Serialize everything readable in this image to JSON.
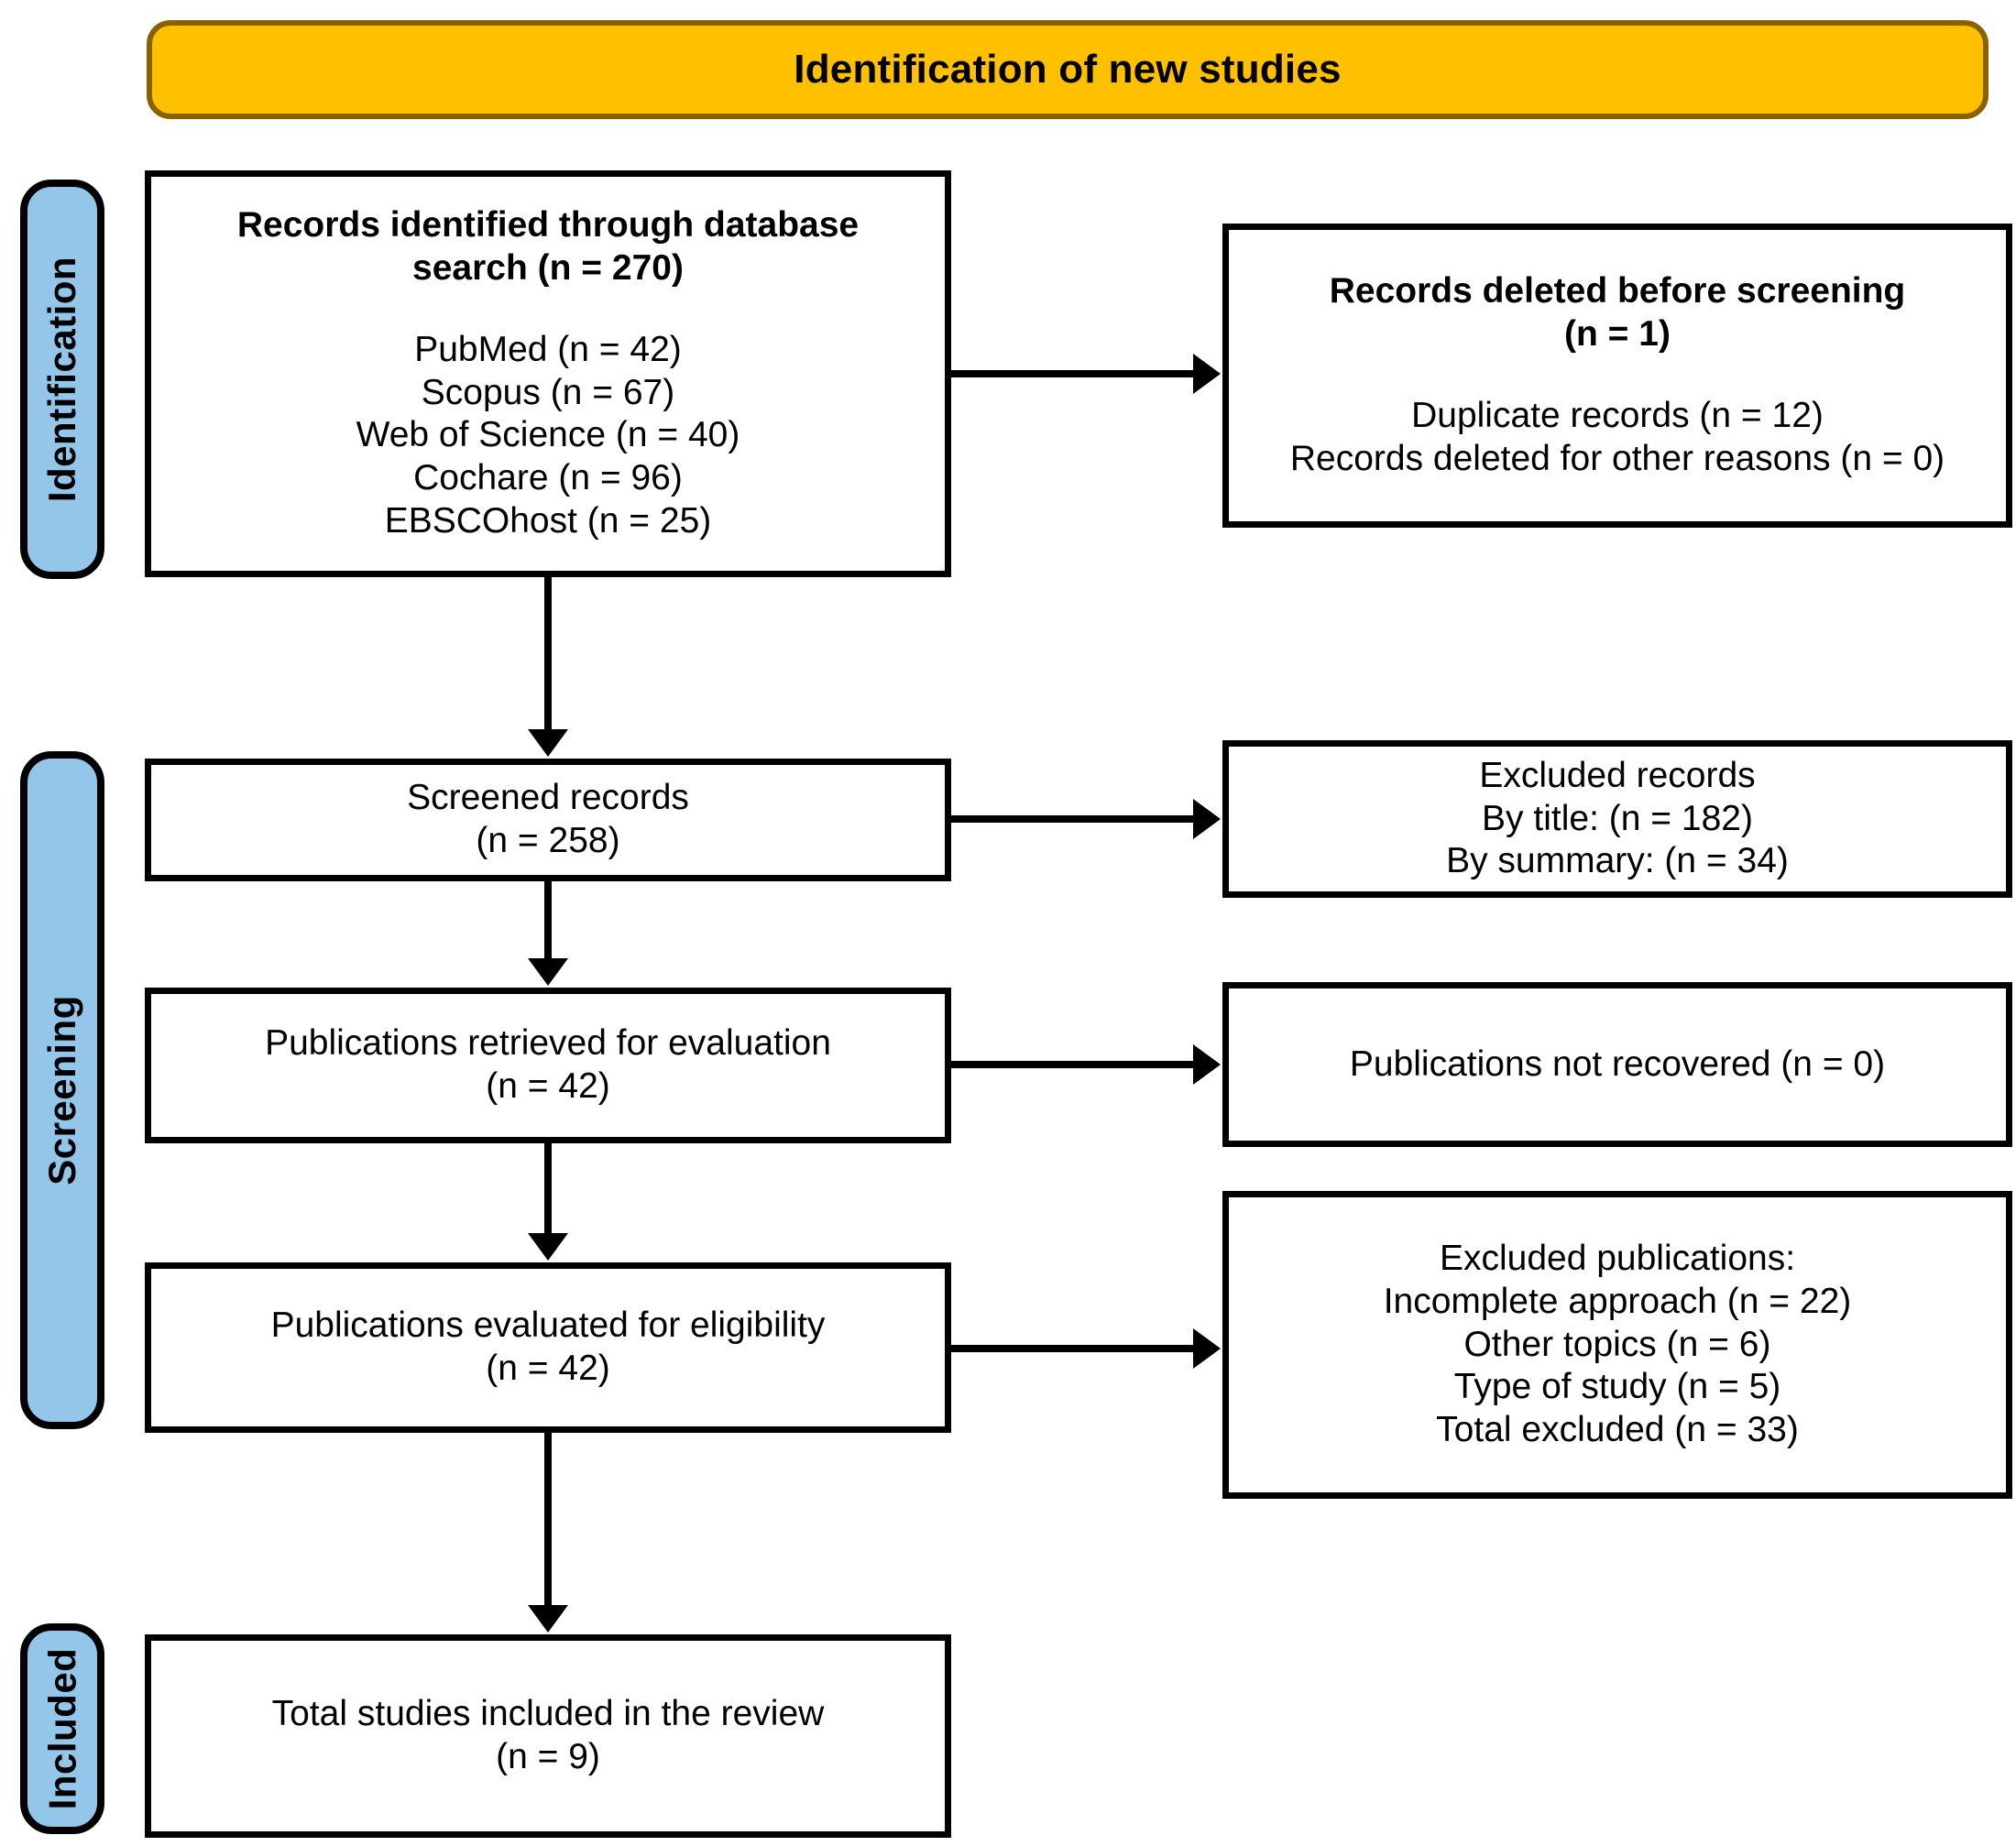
{
  "banner": {
    "title": "Identification of new studies"
  },
  "stages": [
    {
      "id": "identification",
      "label": "Identification"
    },
    {
      "id": "screening",
      "label": "Screening"
    },
    {
      "id": "included",
      "label": "Included"
    }
  ],
  "boxes": {
    "identified": {
      "heading_line1": "Records identified through database",
      "heading_line2": "search (n = 270)",
      "sources": [
        "PubMed (n = 42)",
        "Scopus (n = 67)",
        "Web of Science (n = 40)",
        "Cochare (n = 96)",
        "EBSCOhost (n = 25)"
      ]
    },
    "deleted": {
      "heading_line1": "Records deleted before screening",
      "heading_line2": "(n = 1)",
      "reasons": [
        "Duplicate records (n = 12)",
        "Records deleted for other reasons (n = 0)"
      ]
    },
    "screened": {
      "line1": "Screened records",
      "line2": "(n = 258)"
    },
    "excluded_records": {
      "line1": "Excluded records",
      "line2": "By title: (n = 182)",
      "line3": "By summary: (n = 34)"
    },
    "retrieved": {
      "line1": "Publications retrieved for evaluation",
      "line2": "(n = 42)"
    },
    "not_recovered": {
      "line1": "Publications not recovered (n = 0)"
    },
    "eligibility": {
      "line1": "Publications evaluated for eligibility",
      "line2": "(n = 42)"
    },
    "excluded_publications": {
      "line1": "Excluded publications:",
      "line2": "Incomplete approach (n = 22)",
      "line3": "Other topics (n = 6)",
      "line4": "Type of study (n = 5)",
      "line5": "Total excluded (n = 33)"
    },
    "included": {
      "line1": "Total studies included in the review",
      "line2": "(n = 9)"
    }
  },
  "colors": {
    "banner_fill": "#FFC000",
    "banner_border": "#8A6100",
    "stage_fill": "#93C6E8",
    "box_border": "#000000",
    "box_fill": "#FFFFFF"
  }
}
